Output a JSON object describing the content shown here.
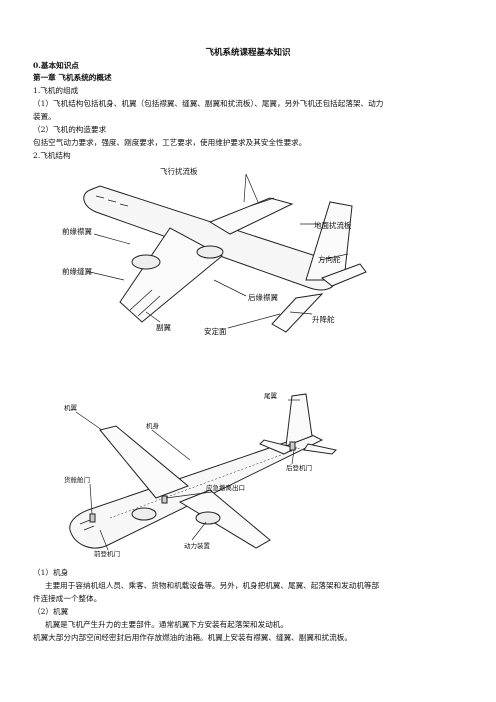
{
  "doc": {
    "title": "飞机系统课程基本知识",
    "section0": "0.基本知识点",
    "chapter1": "第一章 飞机系统的概述",
    "item1": "1.飞机的组成",
    "item1_desc_a": "（1）飞机结构包括机身、机翼（包括襟翼、缝翼、副翼和扰流板）、尾翼，另外飞机还包括起落架、动力",
    "item1_desc_b": "装置。",
    "item1_2": "（2）飞机的构造要求",
    "item1_2_desc": "包括空气动力要求，强度、刚度要求，工艺要求，使用维护要求及其安全性要求。",
    "item2": "2.飞机结构",
    "fig1": {
      "flight_spoiler": "飞行扰流板",
      "ground_spoiler": "地面扰流板",
      "le_flap": "前缘襟翼",
      "le_slat": "前缘缝翼",
      "rudder": "方向舵",
      "te_flap": "后缘襟翼",
      "aileron": "副翼",
      "stabilizer": "安定面",
      "elevator": "升降舵"
    },
    "fig2": {
      "tail": "尾翼",
      "wing": "机翼",
      "fuselage": "机身",
      "rear_door": "后登机门",
      "emergency_exit": "应急撤离出口",
      "cargo_door": "货舱舱门",
      "front_door": "前登机门",
      "powerplant": "动力装置"
    },
    "p1": "（1）机身",
    "p1_desc_a": "主要用于容纳机组人员、乘客、货物和机载设备等。另外，机身把机翼、尾翼、起落架和发动机等部",
    "p1_desc_b": "件连接成一个整体。",
    "p2": "（2）机翼",
    "p2_desc_a": "机翼是飞机产生升力的主要部件。通常机翼下方安装有起落架和发动机。",
    "p2_desc_b": "机翼大部分内部空间经密封后用作存放燃油的油箱。机翼上安装有襟翼、缝翼、副翼和扰流板。"
  }
}
